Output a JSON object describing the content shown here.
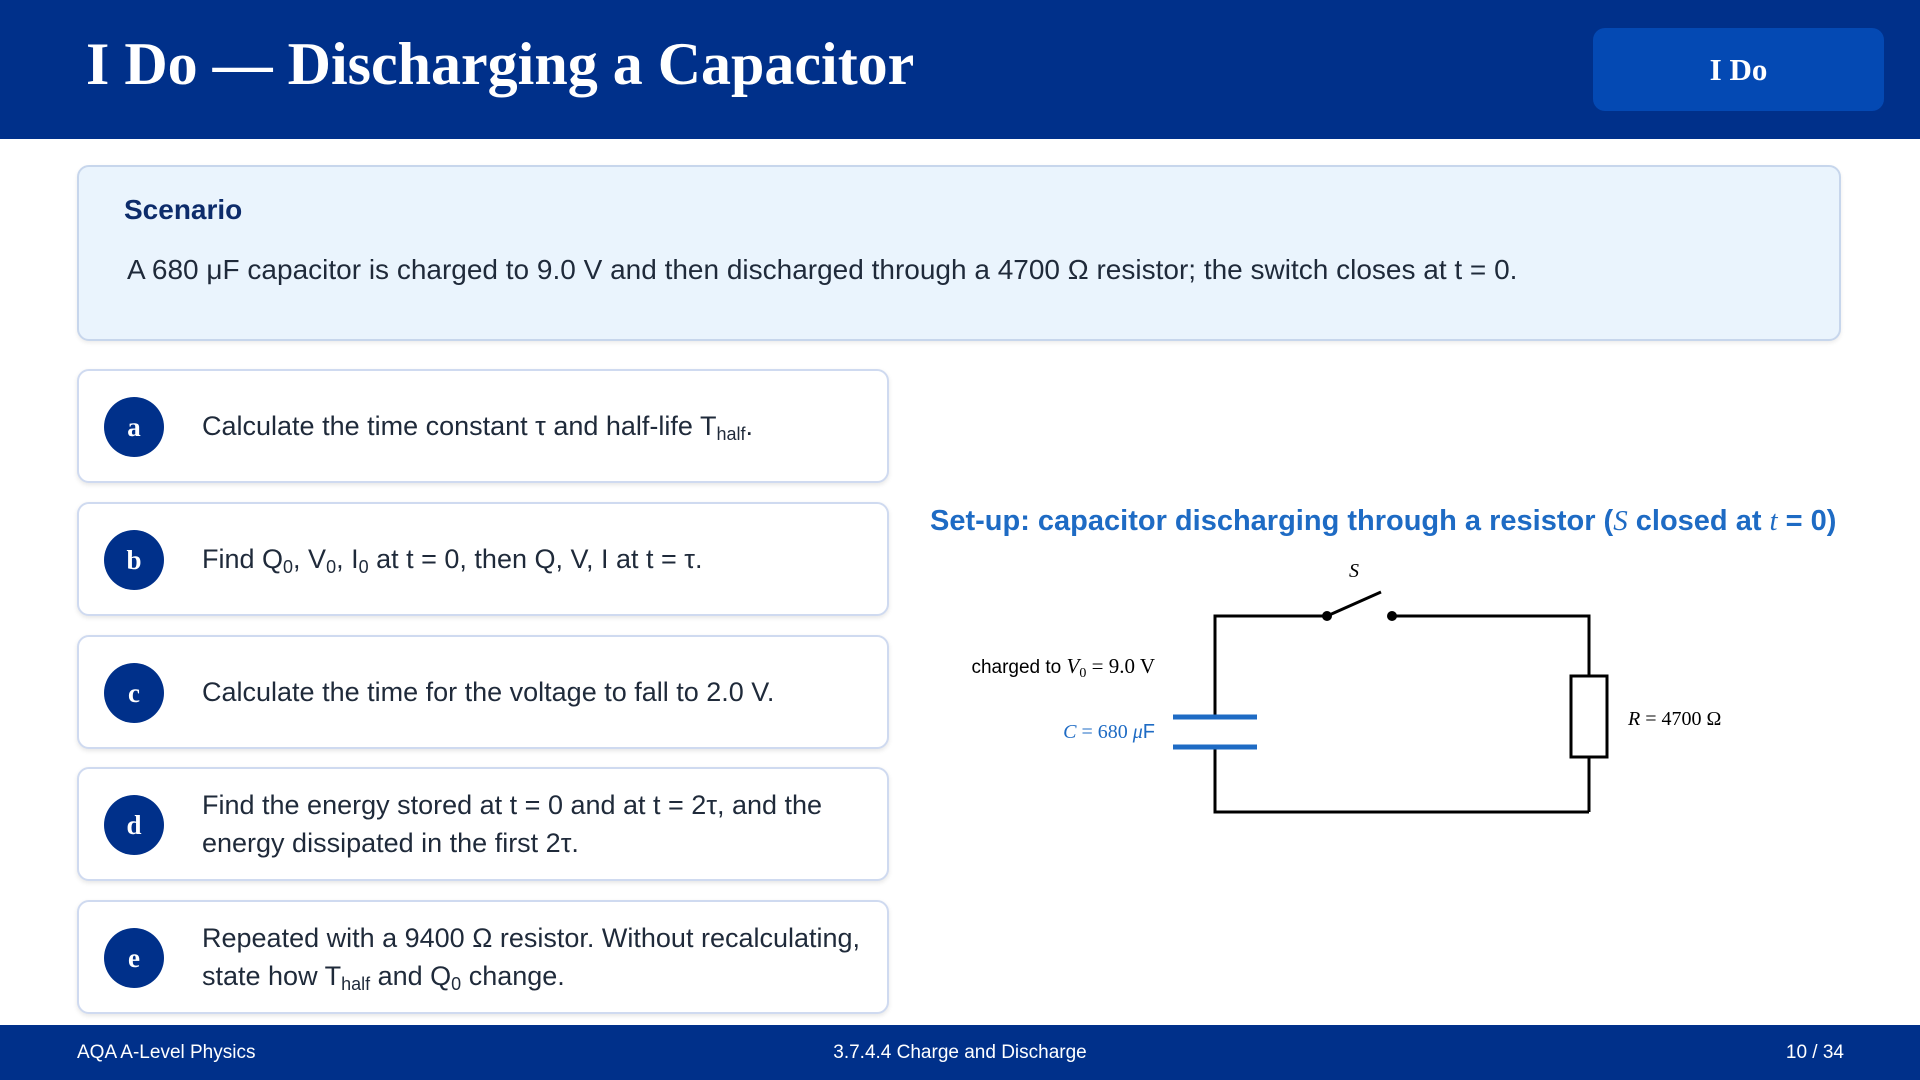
{
  "header": {
    "title": "I Do — Discharging a Capacitor",
    "badge": "I Do"
  },
  "scenario": {
    "heading": "Scenario",
    "text": "A 680 μF capacitor is charged to 9.0 V and then discharged through a 4700 Ω resistor; the switch closes at t = 0."
  },
  "questions": [
    {
      "letter": "a",
      "parts": [
        "Calculate the time constant τ and half-life T",
        "half",
        "."
      ]
    },
    {
      "letter": "b",
      "parts": [
        "Find Q",
        "0",
        ", V",
        "0",
        ", I",
        "0",
        " at t = 0, then Q, V, I at t = τ."
      ]
    },
    {
      "letter": "c",
      "parts": [
        "Calculate the time for the voltage to fall to 2.0 V."
      ]
    },
    {
      "letter": "d",
      "parts": [
        "Find the energy stored at t = 0 and at t = 2τ, and the energy dissipated in the first 2τ."
      ]
    },
    {
      "letter": "e",
      "parts": [
        "Repeated with a 9400 Ω resistor. Without recalculating, state how T",
        "half",
        " and Q",
        "0",
        " change."
      ]
    }
  ],
  "diagram": {
    "title_parts": [
      "Set-up: capacitor discharging through a resistor (",
      "S",
      " closed at ",
      "t",
      " = 0)"
    ],
    "switch_label": "S",
    "charged_prefix": "charged to ",
    "charged_var": "V",
    "charged_sub": "0",
    "charged_value": " = 9.0 V",
    "capacitor_var": "C",
    "capacitor_value": " = 680 ",
    "capacitor_unit_mu": "μ",
    "capacitor_unit": "F",
    "resistor_var": "R",
    "resistor_value": " = 4700 Ω",
    "accent_color": "#1e6bc4"
  },
  "footer": {
    "left": "AQA A-Level Physics",
    "center": "3.7.4.4  Charge and Discharge",
    "right": "10 / 34"
  }
}
